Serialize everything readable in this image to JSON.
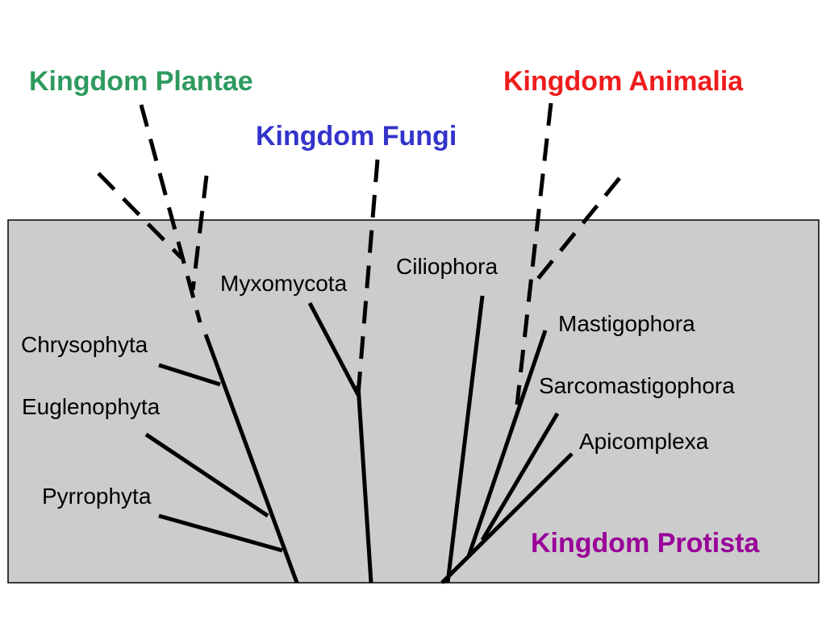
{
  "kingdoms": {
    "plantae": {
      "label": "Kingdom Plantae",
      "color": "#2e9a5e"
    },
    "fungi": {
      "label": "Kingdom Fungi",
      "color": "#3333cc"
    },
    "animalia": {
      "label": "Kingdom Animalia",
      "color": "#ee1c1c"
    },
    "protista": {
      "label": "Kingdom Protista",
      "color": "#990099"
    }
  },
  "phyla": {
    "chrysophyta": "Chrysophyta",
    "euglenophyta": "Euglenophyta",
    "pyrrophyta": "Pyrrophyta",
    "myxomycota": "Myxomycota",
    "ciliophora": "Ciliophora",
    "mastigophora": "Mastigophora",
    "sarcomastigophora": "Sarcomastigophora",
    "apicomplexa": "Apicomplexa"
  },
  "colors": {
    "protista_box_fill": "#cccccc",
    "protista_box_border": "#000000",
    "branch_line": "#000000"
  }
}
